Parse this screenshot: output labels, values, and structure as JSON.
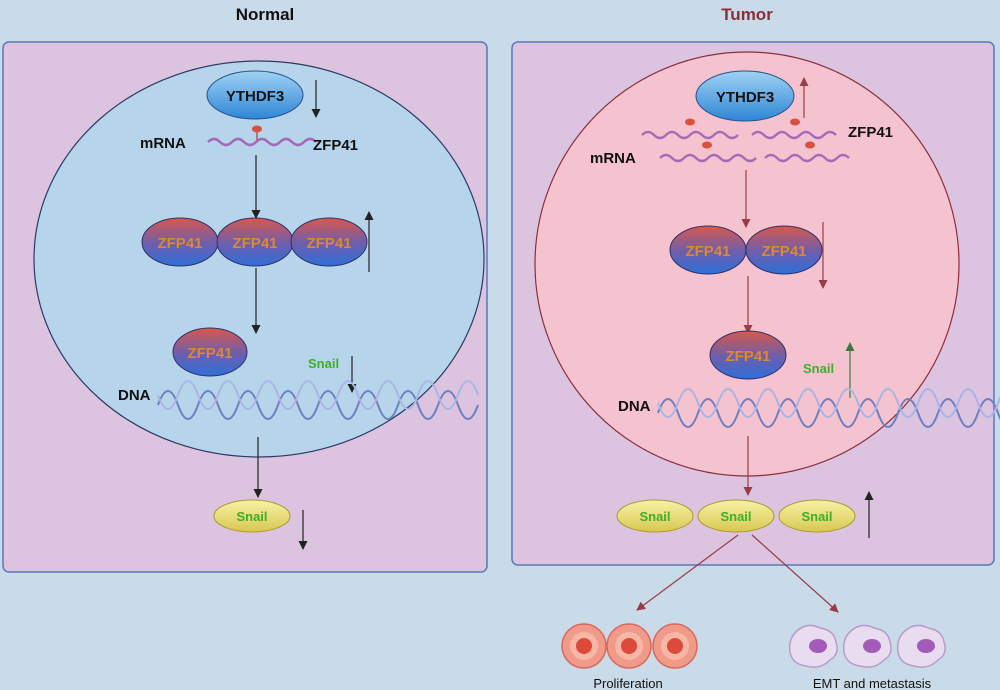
{
  "headers": {
    "normal": "Normal",
    "tumor": "Tumor"
  },
  "normal": {
    "ythdf3": "YTHDF3",
    "mrna": "mRNA",
    "zfp41_gene": "ZFP41",
    "proteins": [
      "ZFP41",
      "ZFP41",
      "ZFP41"
    ],
    "bound_protein": "ZFP41",
    "snail_gene": "Snail",
    "dna": "DNA",
    "snail_proteins": [
      "Snail"
    ]
  },
  "tumor": {
    "ythdf3": "YTHDF3",
    "mrna": "mRNA",
    "zfp41_gene": "ZFP41",
    "proteins": [
      "ZFP41",
      "ZFP41"
    ],
    "bound_protein": "ZFP41",
    "snail_gene": "Snail",
    "dna": "DNA",
    "snail_proteins": [
      "Snail",
      "Snail",
      "Snail"
    ]
  },
  "outcomes": {
    "proliferation": "Proliferation",
    "emt": "EMT and metastasis"
  },
  "colors": {
    "background": "#c9dbe9",
    "panel": "#dcc4e0",
    "normal_cell": "#b7d5ea",
    "tumor_cell": "#f5c3cf",
    "tumor_title": "#8a2f3a",
    "snail_gene_text": "#3fae2a",
    "protein_text": "#e0882f",
    "tumor_arrow": "#9b3b48",
    "up_arrow_green": "#3b7a3b"
  }
}
